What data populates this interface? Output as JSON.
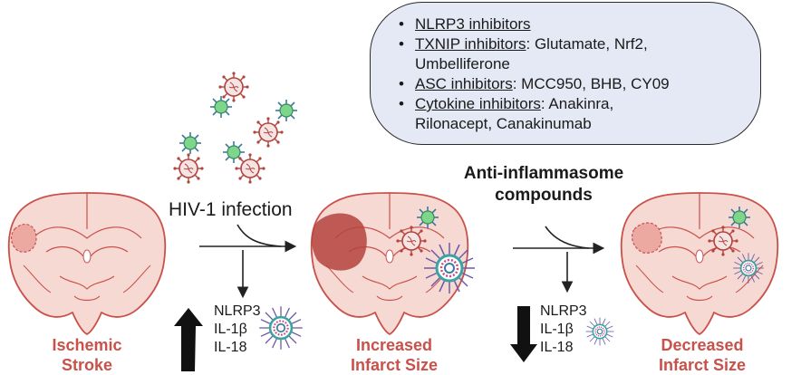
{
  "inhibitors": {
    "items": [
      {
        "name": "NLRP3 inhibitors",
        "detail": ""
      },
      {
        "name": "TXNIP inhibitors",
        "detail": ": Glutamate, Nrf2,",
        "detail2": "Umbelliferone"
      },
      {
        "name": "ASC inhibitors",
        "detail": ": MCC950, BHB, CY09"
      },
      {
        "name": "Cytokine inhibitors",
        "detail": ": Anakinra,",
        "detail2": "Rilonacept, Canakinumab"
      }
    ]
  },
  "anti_label": {
    "line1": "Anti-inflammasome",
    "line2": "compounds"
  },
  "hiv_label": "HIV-1 infection",
  "brains": {
    "left": {
      "line1": "Ischemic",
      "line2": "Stroke"
    },
    "middle": {
      "line1": "Increased",
      "line2": "Infarct Size"
    },
    "right": {
      "line1": "Decreased",
      "line2": "Infarct Size"
    }
  },
  "markers_up": [
    "NLRP3",
    "IL-1β",
    "IL-18"
  ],
  "markers_down": [
    "NLRP3",
    "IL-1β",
    "IL-18"
  ],
  "colors": {
    "brain_fill": "#f7d9d4",
    "brain_stroke": "#c9514a",
    "infarct_dark": "#b5423c",
    "infarct_light": "#eba9a2",
    "label_red": "#c9514a",
    "box_fill": "#e4e9f5",
    "virus_green": "#7dd68a"
  }
}
